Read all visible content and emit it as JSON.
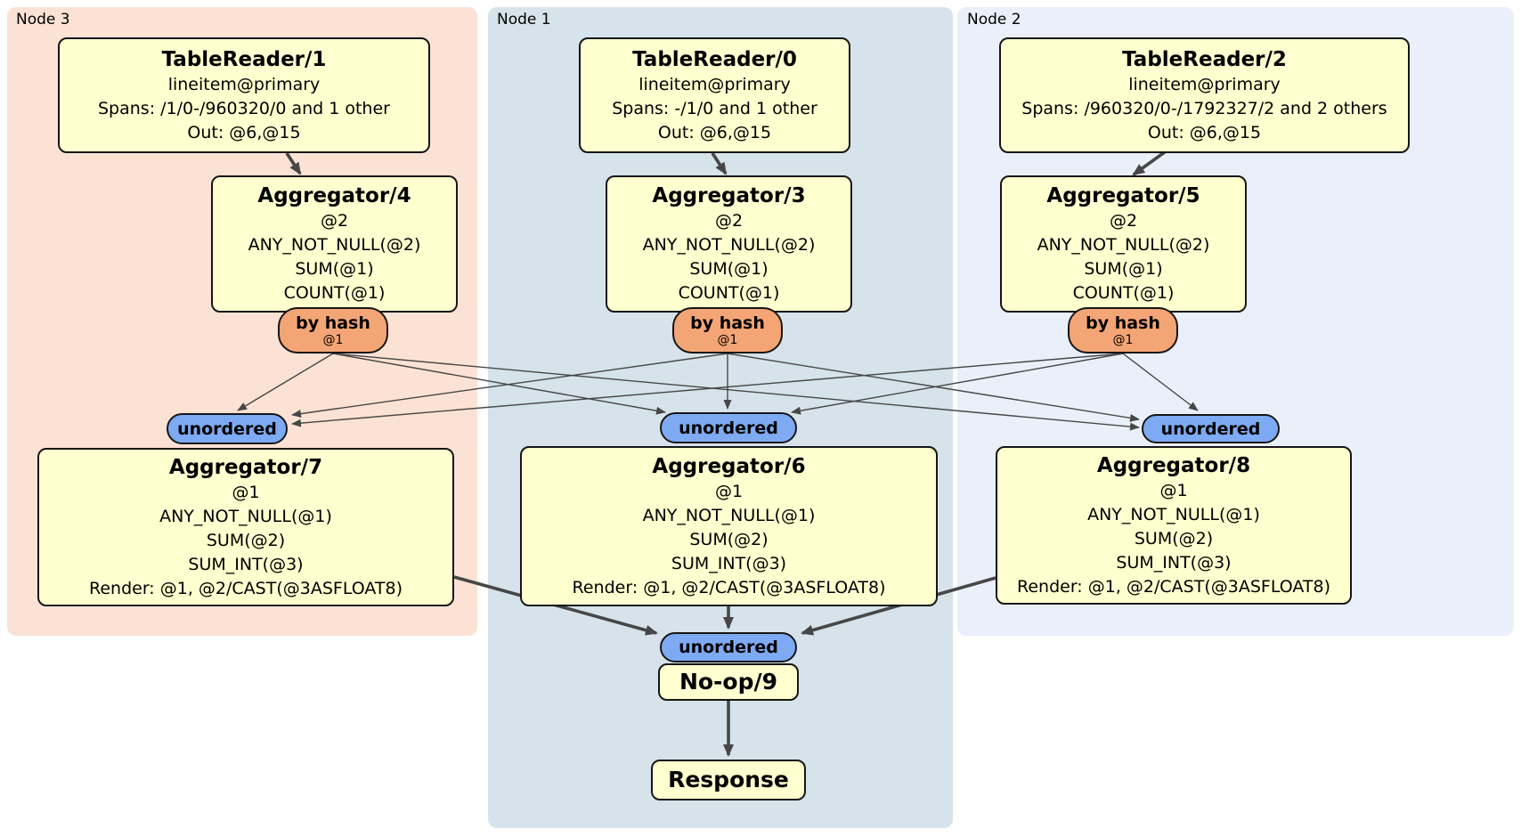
{
  "regions": {
    "node3": {
      "label": "Node 3"
    },
    "node1": {
      "label": "Node 1"
    },
    "node2": {
      "label": "Node 2"
    }
  },
  "processors": {
    "tablereader1": {
      "title": "TableReader/1",
      "lines": [
        "lineitem@primary",
        "Spans: /1/0-/960320/0 and 1 other",
        "Out: @6,@15"
      ]
    },
    "tablereader0": {
      "title": "TableReader/0",
      "lines": [
        "lineitem@primary",
        "Spans: -/1/0 and 1 other",
        "Out: @6,@15"
      ]
    },
    "tablereader2": {
      "title": "TableReader/2",
      "lines": [
        "lineitem@primary",
        "Spans: /960320/0-/1792327/2 and 2 others",
        "Out: @6,@15"
      ]
    },
    "aggregator4": {
      "title": "Aggregator/4",
      "lines": [
        "@2",
        "ANY_NOT_NULL(@2)",
        "SUM(@1)",
        "COUNT(@1)"
      ]
    },
    "aggregator3": {
      "title": "Aggregator/3",
      "lines": [
        "@2",
        "ANY_NOT_NULL(@2)",
        "SUM(@1)",
        "COUNT(@1)"
      ]
    },
    "aggregator5": {
      "title": "Aggregator/5",
      "lines": [
        "@2",
        "ANY_NOT_NULL(@2)",
        "SUM(@1)",
        "COUNT(@1)"
      ]
    },
    "aggregator7": {
      "title": "Aggregator/7",
      "lines": [
        "@1",
        "ANY_NOT_NULL(@1)",
        "SUM(@2)",
        "SUM_INT(@3)",
        "Render: @1, @2/CAST(@3ASFLOAT8)"
      ]
    },
    "aggregator6": {
      "title": "Aggregator/6",
      "lines": [
        "@1",
        "ANY_NOT_NULL(@1)",
        "SUM(@2)",
        "SUM_INT(@3)",
        "Render: @1, @2/CAST(@3ASFLOAT8)"
      ]
    },
    "aggregator8": {
      "title": "Aggregator/8",
      "lines": [
        "@1",
        "ANY_NOT_NULL(@1)",
        "SUM(@2)",
        "SUM_INT(@3)",
        "Render: @1, @2/CAST(@3ASFLOAT8)"
      ]
    },
    "noop9": {
      "title": "No-op/9"
    },
    "response": {
      "title": "Response"
    }
  },
  "routers": [
    {
      "label": "by hash",
      "key": "@1"
    },
    {
      "label": "by hash",
      "key": "@1"
    },
    {
      "label": "by hash",
      "key": "@1"
    }
  ],
  "streams": [
    "unordered",
    "unordered",
    "unordered",
    "unordered"
  ],
  "colors": {
    "node3_bg": "#fce2d5",
    "node1_bg": "#d6e3ea",
    "node2_bg": "#eaf0fa",
    "processor_fill": "#ffffcf",
    "hash_router_fill": "#f4a576",
    "stream_fill": "#7daaf2",
    "edge": "#474747"
  }
}
